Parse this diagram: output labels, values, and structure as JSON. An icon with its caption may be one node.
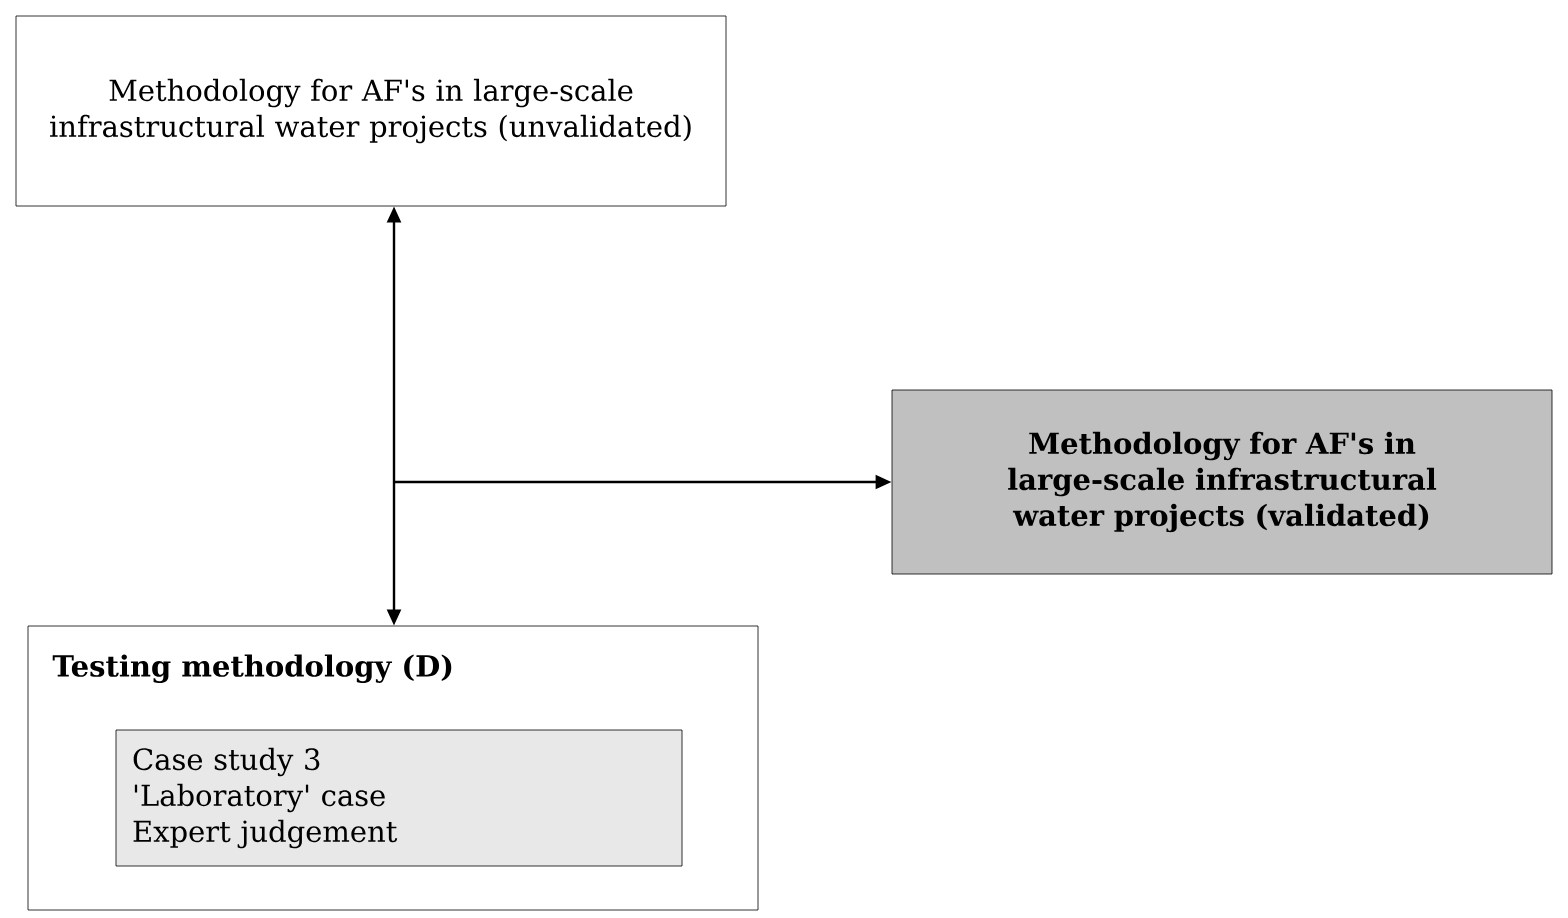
{
  "diagram": {
    "nodes": [
      {
        "text": [
          "Methodology for AF's in large-scale infrastructural water projects (unvalidated)"
        ]
      },
      {
        "text": [
          "Methodology for AF's in large-scale infrastructural water projects (validated)"
        ]
      },
      {
        "text": [
          "Testing methodology (D)"
        ]
      },
      {
        "text": [
          "Case study 3",
          "'Laboratory' case",
          "Expert judgement"
        ],
        "in": 2
      }
    ],
    "edges": [
      {
        "from": 0,
        "to": 2,
        "arrow": "both"
      },
      {
        "from": null,
        "to": 1,
        "arrow": "to"
      }
    ]
  }
}
